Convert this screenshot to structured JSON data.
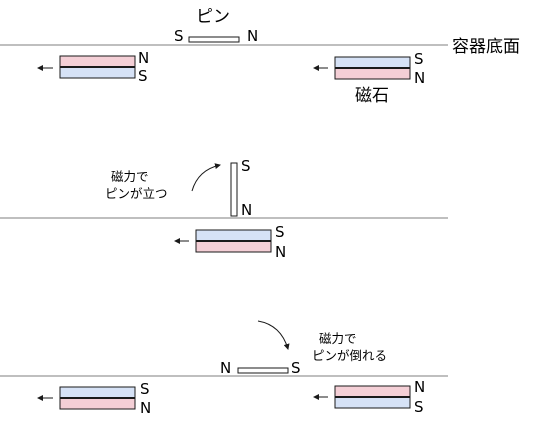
{
  "labels": {
    "pin": "ピン",
    "container_bottom": "容器底面",
    "magnet": "磁石",
    "note_stand_line1": "磁力で",
    "note_stand_line2": "ピンが立つ",
    "note_fall_line1": "磁力で",
    "note_fall_line2": "ピンが倒れる"
  },
  "poles": {
    "n": "N",
    "s": "S"
  },
  "colors": {
    "north_pole": "#f4cfd6",
    "south_pole": "#d6e2f6",
    "line": "#7f7f7f",
    "outline": "#1a1a1a"
  }
}
